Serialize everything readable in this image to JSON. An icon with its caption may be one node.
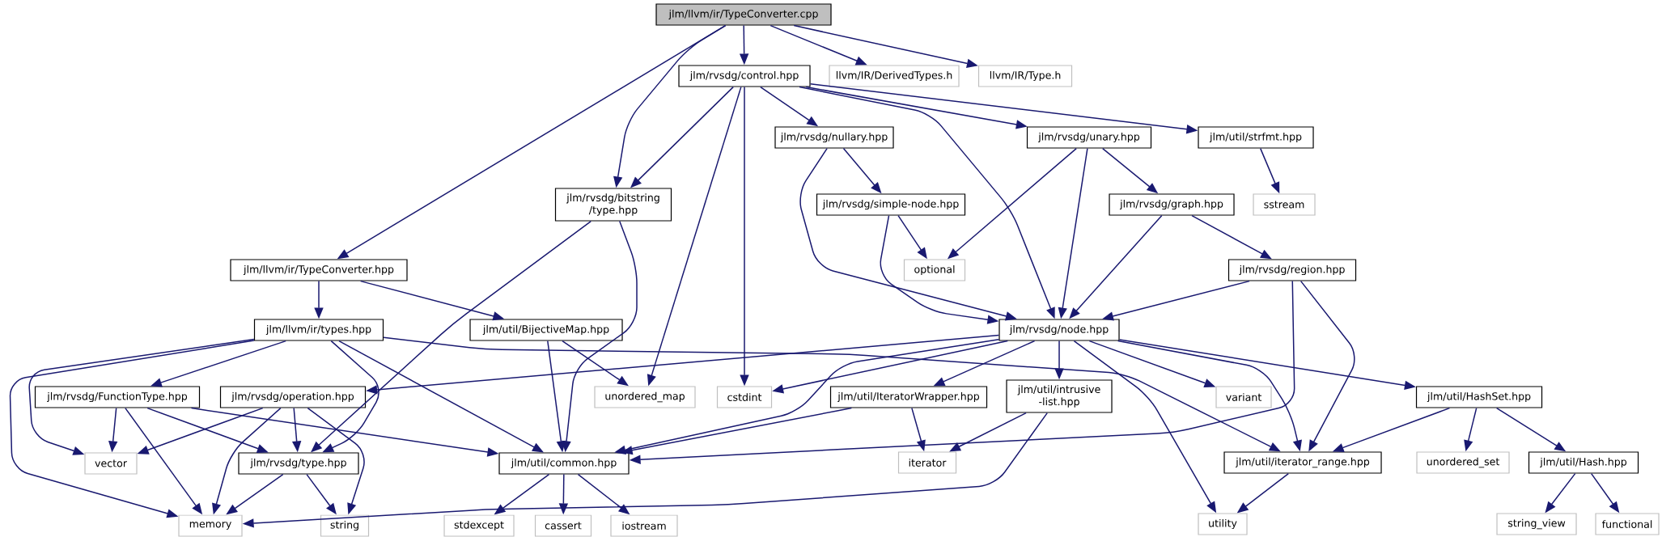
{
  "diagram": {
    "nodes": [
      {
        "text": [
          "jlm/llvm/ir/TypeConverter.cpp"
        ]
      },
      {
        "text": [
          "jlm/rvsdg/control.hpp"
        ]
      },
      {
        "text": [
          "llvm/IR/DerivedTypes.h"
        ]
      },
      {
        "text": [
          "llvm/IR/Type.h"
        ]
      },
      {
        "text": [
          "jlm/rvsdg/nullary.hpp"
        ]
      },
      {
        "text": [
          "jlm/rvsdg/unary.hpp"
        ]
      },
      {
        "text": [
          "jlm/util/strfmt.hpp"
        ]
      },
      {
        "text": [
          "jlm/rvsdg/bitstring /type.hpp"
        ]
      },
      {
        "text": [
          "jlm/rvsdg/simple-node.hpp"
        ]
      },
      {
        "text": [
          "jlm/rvsdg/graph.hpp"
        ]
      },
      {
        "text": [
          "sstream"
        ]
      },
      {
        "text": [
          "optional"
        ]
      },
      {
        "text": [
          "jlm/rvsdg/region.hpp"
        ]
      },
      {
        "text": [
          "jlm/llvm/ir/TypeConverter.hpp"
        ]
      },
      {
        "text": [
          "jlm/llvm/ir/types.hpp"
        ]
      },
      {
        "text": [
          "jlm/util/BijectiveMap.hpp"
        ]
      },
      {
        "text": [
          "jlm/rvsdg/node.hpp"
        ]
      },
      {
        "text": [
          "jlm/rvsdg/FunctionType.hpp"
        ]
      },
      {
        "text": [
          "jlm/rvsdg/operation.hpp"
        ]
      },
      {
        "text": [
          "unordered_map"
        ]
      },
      {
        "text": [
          "cstdint"
        ]
      },
      {
        "text": [
          "jlm/util/IteratorWrapper.hpp"
        ]
      },
      {
        "text": [
          "jlm/util/intrusive -list.hpp"
        ]
      },
      {
        "text": [
          "variant"
        ]
      },
      {
        "text": [
          "jlm/util/HashSet.hpp"
        ]
      },
      {
        "text": [
          "vector"
        ]
      },
      {
        "text": [
          "jlm/rvsdg/type.hpp"
        ]
      },
      {
        "text": [
          "jlm/util/common.hpp"
        ]
      },
      {
        "text": [
          "iterator"
        ]
      },
      {
        "text": [
          "jlm/util/iterator_range.hpp"
        ]
      },
      {
        "text": [
          "unordered_set"
        ]
      },
      {
        "text": [
          "jlm/util/Hash.hpp"
        ]
      },
      {
        "text": [
          "memory"
        ]
      },
      {
        "text": [
          "string"
        ]
      },
      {
        "text": [
          "stdexcept"
        ]
      },
      {
        "text": [
          "cassert"
        ]
      },
      {
        "text": [
          "iostream"
        ]
      },
      {
        "text": [
          "utility"
        ]
      },
      {
        "text": [
          "string_view"
        ]
      },
      {
        "text": [
          "functional"
        ]
      }
    ],
    "edges": [
      {
        "from": 0,
        "to": 1,
        "arrow": "to"
      },
      {
        "from": 0,
        "to": 2,
        "arrow": "to"
      },
      {
        "from": 0,
        "to": 3,
        "arrow": "to"
      },
      {
        "from": 0,
        "to": 7,
        "arrow": "to"
      },
      {
        "from": 0,
        "to": 13,
        "arrow": "to"
      },
      {
        "from": 1,
        "to": 7,
        "arrow": "to"
      },
      {
        "from": 1,
        "to": 19,
        "arrow": "to"
      },
      {
        "from": 1,
        "to": 20,
        "arrow": "to"
      },
      {
        "from": 1,
        "to": 4,
        "arrow": "to"
      },
      {
        "from": 1,
        "to": 16,
        "arrow": "to"
      },
      {
        "from": 1,
        "to": 5,
        "arrow": "to"
      },
      {
        "from": 1,
        "to": 6,
        "arrow": "to"
      },
      {
        "from": 4,
        "to": 8,
        "arrow": "to"
      },
      {
        "from": 4,
        "to": 16,
        "arrow": "to"
      },
      {
        "from": 5,
        "to": 11,
        "arrow": "to"
      },
      {
        "from": 5,
        "to": 16,
        "arrow": "to"
      },
      {
        "from": 5,
        "to": 9,
        "arrow": "to"
      },
      {
        "from": 6,
        "to": 10,
        "arrow": "to"
      },
      {
        "from": 8,
        "to": 11,
        "arrow": "to"
      },
      {
        "from": 8,
        "to": 16,
        "arrow": "to"
      },
      {
        "from": 9,
        "to": 16,
        "arrow": "to"
      },
      {
        "from": 9,
        "to": 12,
        "arrow": "to"
      },
      {
        "from": 12,
        "to": 16,
        "arrow": "to"
      },
      {
        "from": 12,
        "to": 27,
        "arrow": "to"
      },
      {
        "from": 12,
        "to": 29,
        "arrow": "to"
      },
      {
        "from": 7,
        "to": 26,
        "arrow": "to"
      },
      {
        "from": 7,
        "to": 27,
        "arrow": "to"
      },
      {
        "from": 13,
        "to": 14,
        "arrow": "to"
      },
      {
        "from": 13,
        "to": 15,
        "arrow": "to"
      },
      {
        "from": 14,
        "to": 32,
        "arrow": "to"
      },
      {
        "from": 14,
        "to": 25,
        "arrow": "to"
      },
      {
        "from": 14,
        "to": 17,
        "arrow": "to"
      },
      {
        "from": 14,
        "to": 26,
        "arrow": "to"
      },
      {
        "from": 14,
        "to": 27,
        "arrow": "to"
      },
      {
        "from": 14,
        "to": 29,
        "arrow": "to"
      },
      {
        "from": 15,
        "to": 27,
        "arrow": "to"
      },
      {
        "from": 15,
        "to": 19,
        "arrow": "to"
      },
      {
        "from": 16,
        "to": 18,
        "arrow": "to"
      },
      {
        "from": 16,
        "to": 27,
        "arrow": "to"
      },
      {
        "from": 16,
        "to": 20,
        "arrow": "to"
      },
      {
        "from": 16,
        "to": 21,
        "arrow": "to"
      },
      {
        "from": 16,
        "to": 22,
        "arrow": "to"
      },
      {
        "from": 16,
        "to": 23,
        "arrow": "to"
      },
      {
        "from": 16,
        "to": 37,
        "arrow": "to"
      },
      {
        "from": 16,
        "to": 29,
        "arrow": "to"
      },
      {
        "from": 16,
        "to": 24,
        "arrow": "to"
      },
      {
        "from": 17,
        "to": 25,
        "arrow": "to"
      },
      {
        "from": 17,
        "to": 32,
        "arrow": "to"
      },
      {
        "from": 17,
        "to": 26,
        "arrow": "to"
      },
      {
        "from": 17,
        "to": 27,
        "arrow": "to"
      },
      {
        "from": 18,
        "to": 25,
        "arrow": "to"
      },
      {
        "from": 18,
        "to": 32,
        "arrow": "to"
      },
      {
        "from": 18,
        "to": 26,
        "arrow": "to"
      },
      {
        "from": 18,
        "to": 33,
        "arrow": "to"
      },
      {
        "from": 21,
        "to": 27,
        "arrow": "to"
      },
      {
        "from": 21,
        "to": 28,
        "arrow": "to"
      },
      {
        "from": 22,
        "to": 28,
        "arrow": "to"
      },
      {
        "from": 22,
        "to": 32,
        "arrow": "to"
      },
      {
        "from": 24,
        "to": 29,
        "arrow": "to"
      },
      {
        "from": 24,
        "to": 30,
        "arrow": "to"
      },
      {
        "from": 24,
        "to": 31,
        "arrow": "to"
      },
      {
        "from": 26,
        "to": 32,
        "arrow": "to"
      },
      {
        "from": 26,
        "to": 33,
        "arrow": "to"
      },
      {
        "from": 27,
        "to": 34,
        "arrow": "to"
      },
      {
        "from": 27,
        "to": 35,
        "arrow": "to"
      },
      {
        "from": 27,
        "to": 36,
        "arrow": "to"
      },
      {
        "from": 29,
        "to": 37,
        "arrow": "to"
      },
      {
        "from": 31,
        "to": 38,
        "arrow": "to"
      },
      {
        "from": 31,
        "to": 39,
        "arrow": "to"
      }
    ]
  }
}
